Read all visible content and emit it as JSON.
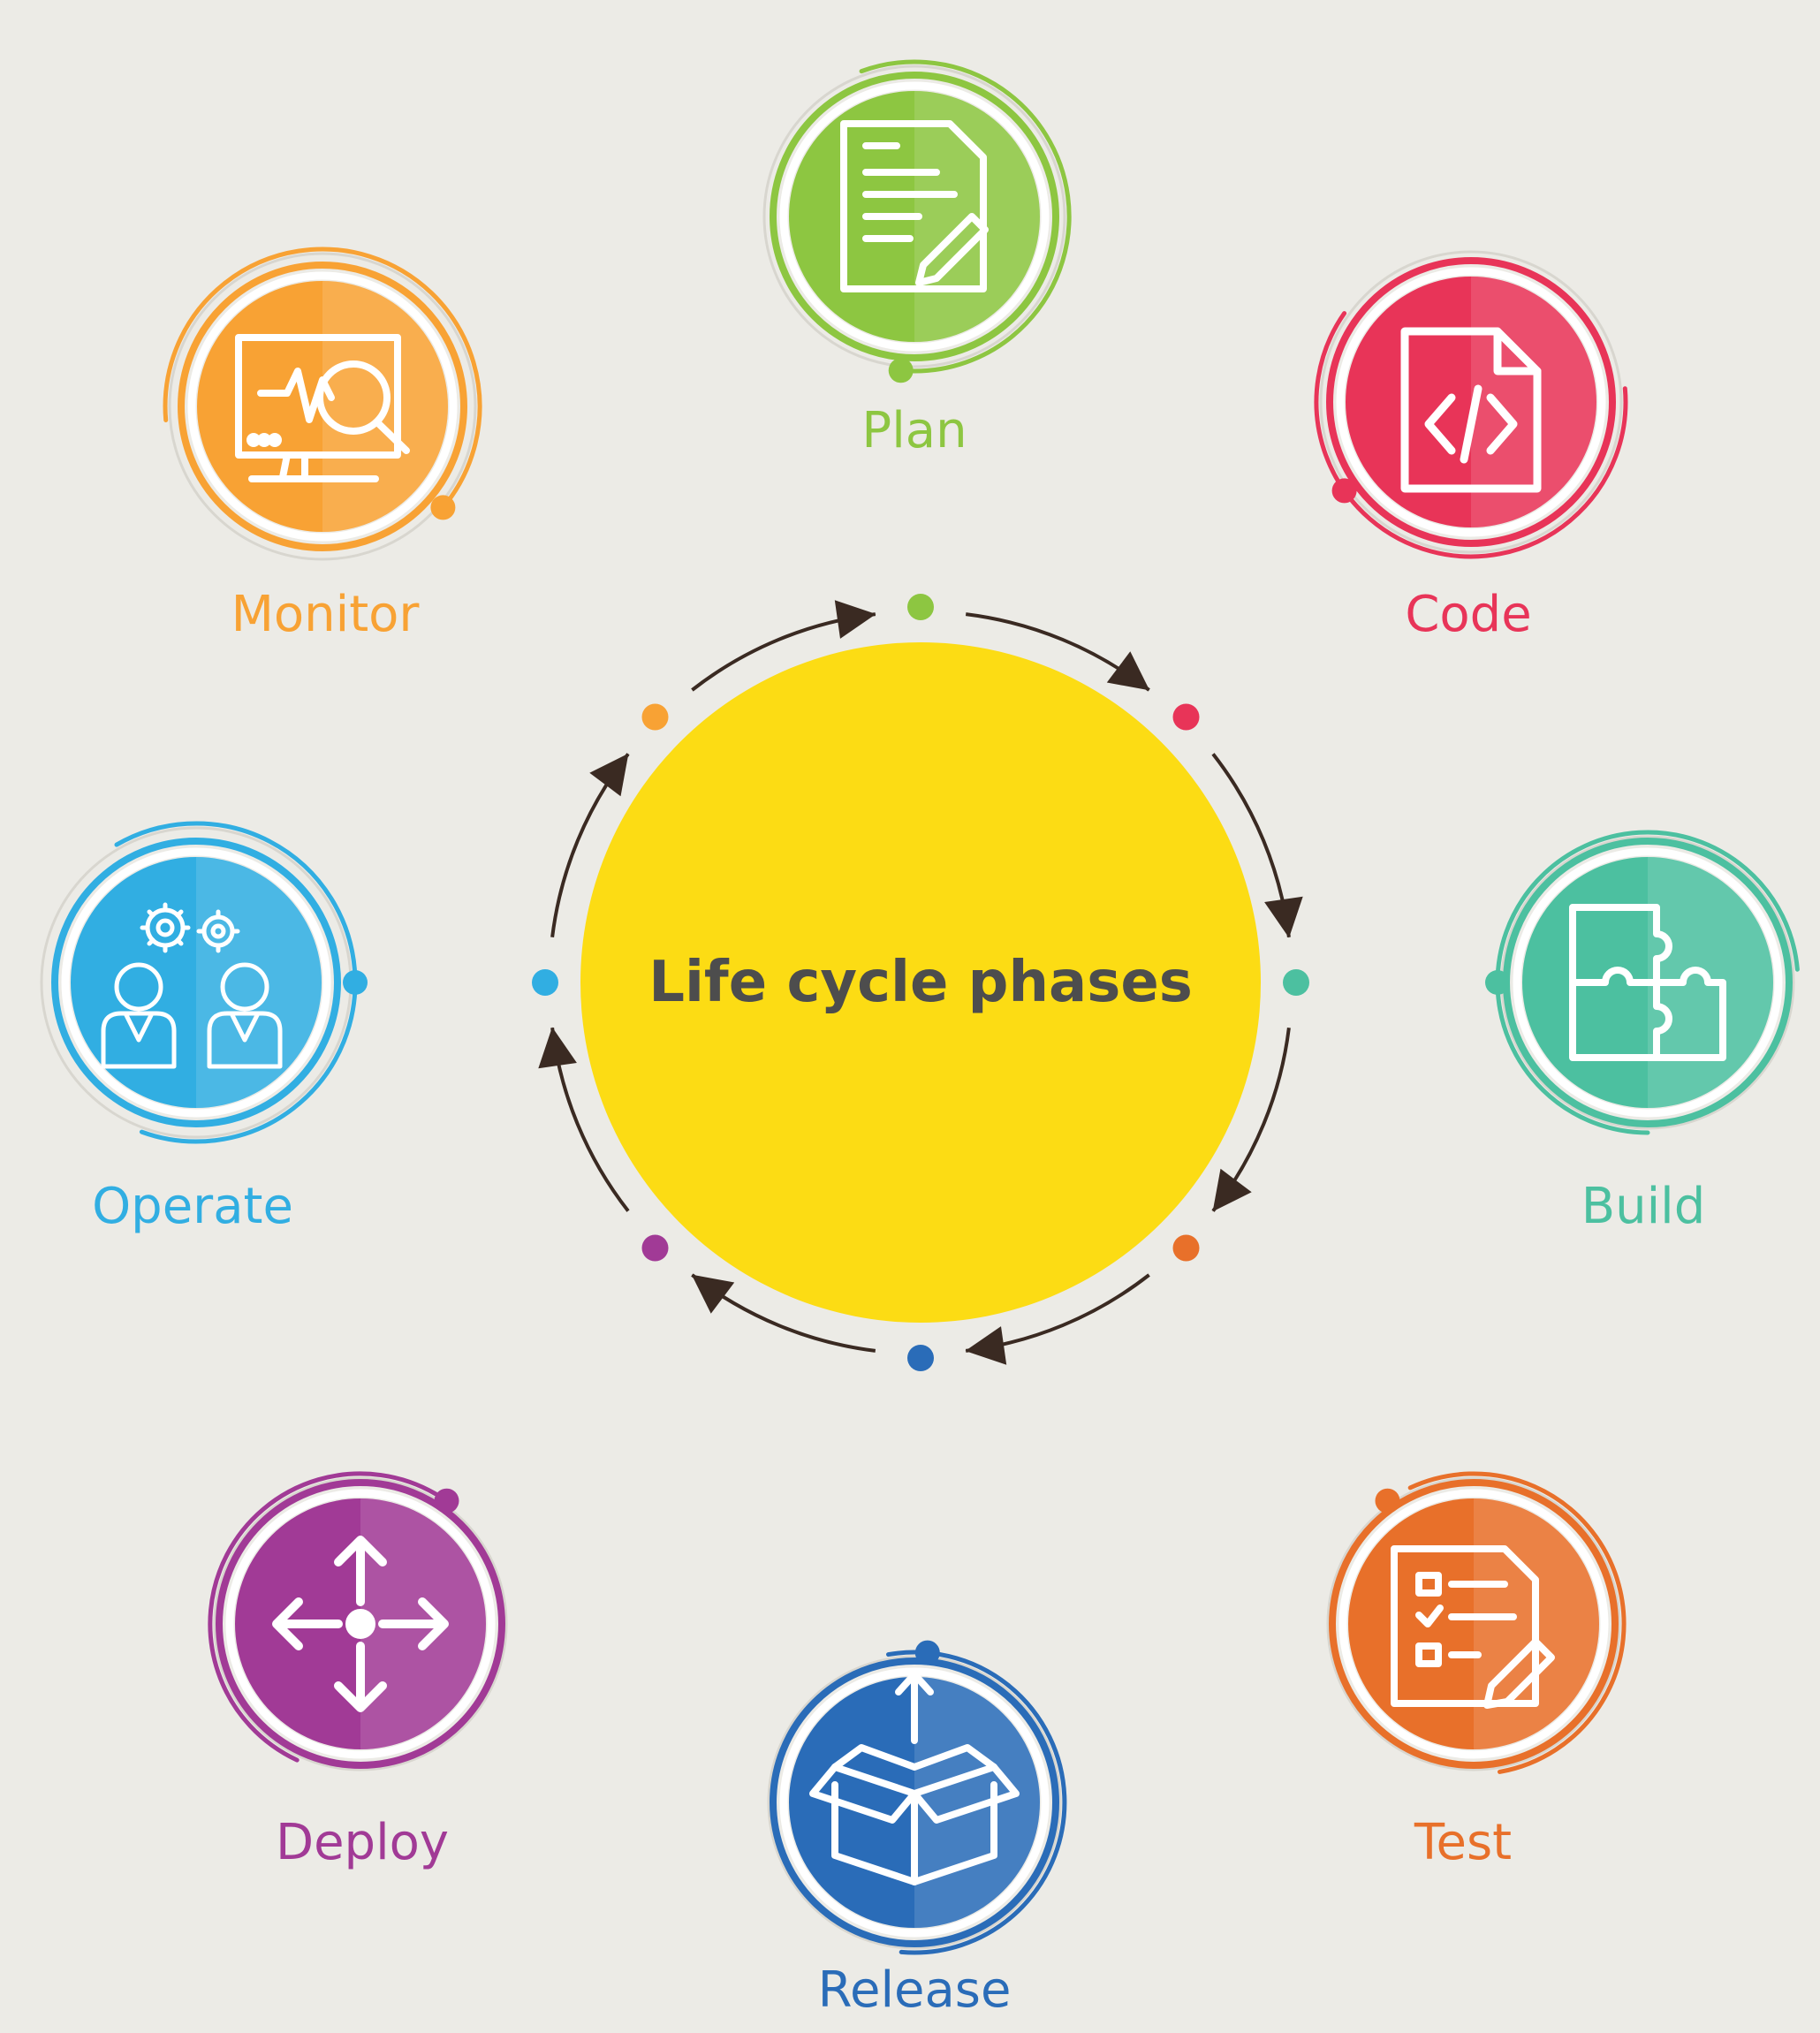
{
  "center": {
    "title": "Life cycle phases",
    "color": "#fcdc14"
  },
  "phases": [
    {
      "label": "Plan",
      "color": "#8dc641",
      "icon": "document-pencil-icon"
    },
    {
      "label": "Code",
      "color": "#e83458",
      "icon": "code-file-icon"
    },
    {
      "label": "Build",
      "color": "#4cc0a0",
      "icon": "puzzle-icon"
    },
    {
      "label": "Test",
      "color": "#e8702a",
      "icon": "checklist-icon"
    },
    {
      "label": "Release",
      "color": "#2a6cb8",
      "icon": "open-box-icon"
    },
    {
      "label": "Deploy",
      "color": "#a13a96",
      "icon": "move-arrows-icon"
    },
    {
      "label": "Operate",
      "color": "#31aee2",
      "icon": "team-gears-icon"
    },
    {
      "label": "Monitor",
      "color": "#f8a234",
      "icon": "monitor-search-icon"
    }
  ],
  "arrow_color": "#3a2a22"
}
